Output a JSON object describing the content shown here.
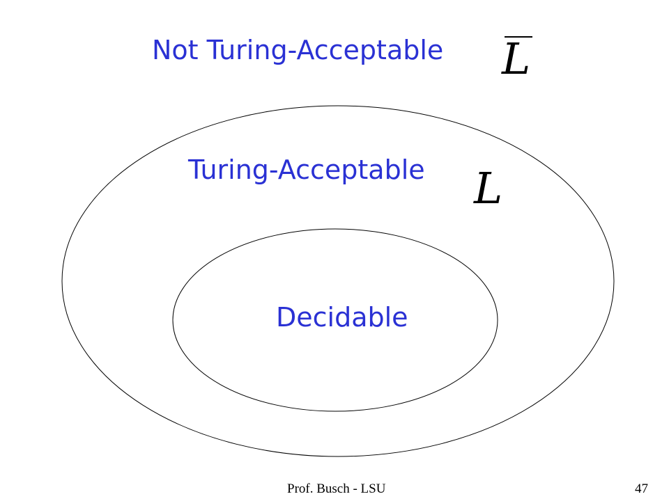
{
  "diagram": {
    "regions": [
      {
        "label": "Not Turing-Acceptable",
        "symbol": "L",
        "symbol_overline": true
      },
      {
        "label": "Turing-Acceptable",
        "symbol": "L",
        "symbol_overline": false
      },
      {
        "label": "Decidable"
      }
    ]
  },
  "footer": {
    "author": "Prof. Busch - LSU",
    "page": "47"
  },
  "colors": {
    "label_text": "#2a31d4",
    "outline": "#000000"
  }
}
